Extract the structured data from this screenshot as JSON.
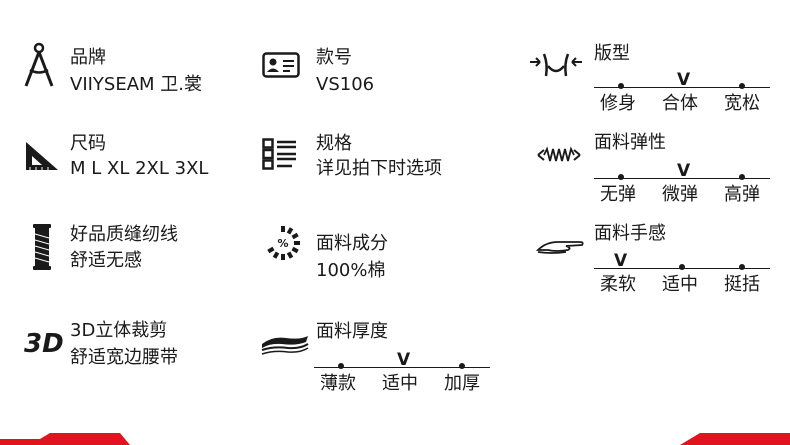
{
  "brand": {
    "label": "品牌",
    "value": "VIIYSEAM 卫.裳",
    "icon": "compass-icon"
  },
  "style_no": {
    "label": "款号",
    "value": "VS106",
    "icon": "id-card-icon"
  },
  "fit": {
    "label": "版型",
    "icon": "waist-icon",
    "options": [
      "修身",
      "合体",
      "宽松"
    ],
    "selected": "合体",
    "mark": "V"
  },
  "size": {
    "label": "尺码",
    "value": "M L XL 2XL 3XL",
    "icon": "set-square-icon"
  },
  "spec": {
    "label": "规格",
    "value": "详见拍下时选项",
    "icon": "list-icon"
  },
  "elasticity": {
    "label": "面料弹性",
    "icon": "spring-icon",
    "options": [
      "无弹",
      "微弹",
      "高弹"
    ],
    "selected": "微弹",
    "mark": "V"
  },
  "thread": {
    "label": "好品质缝纫线",
    "value": "舒适无感",
    "icon": "thread-spool-icon"
  },
  "composition": {
    "label": "面料成分",
    "value": "100%棉",
    "icon": "percent-gauge-icon"
  },
  "hand_feel": {
    "label": "面料手感",
    "icon": "hand-icon",
    "options": [
      "柔软",
      "适中",
      "挺括"
    ],
    "selected": "柔软",
    "mark": "V"
  },
  "cutting": {
    "label": "3D立体裁剪",
    "value": "舒适宽边腰带",
    "icon": "3d-text-icon",
    "icon_text": "3D"
  },
  "thickness": {
    "label": "面料厚度",
    "icon": "fabric-layers-icon",
    "options": [
      "薄款",
      "适中",
      "加厚"
    ],
    "selected": "适中",
    "mark": "V"
  },
  "colors": {
    "accent": "#e0141e",
    "text": "#1a1a1a"
  }
}
